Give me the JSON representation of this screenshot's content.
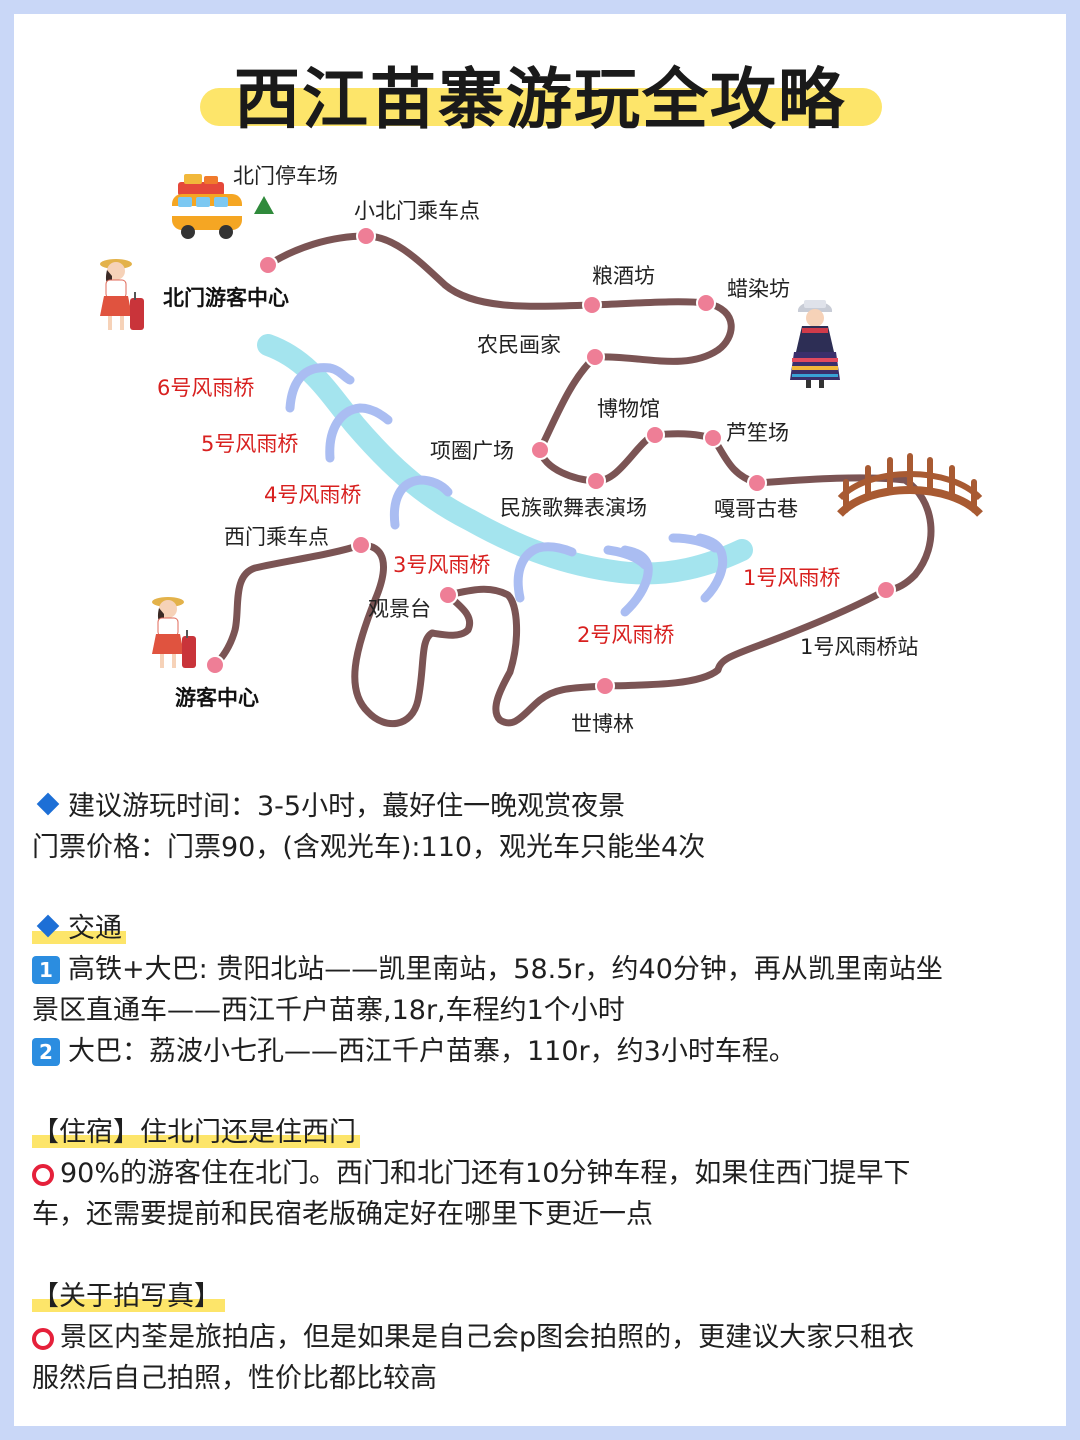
{
  "title": "西江苗寨游玩全攻略",
  "map": {
    "labels": {
      "north_parking": "北门停车场",
      "small_north_stop": "小北门乘车点",
      "north_visitor_center": "北门游客中心",
      "liangjiufang": "粮酒坊",
      "larranfang": "蜡染坊",
      "farmer_painter": "农民画家",
      "museum": "博物馆",
      "lusheng": "芦笙场",
      "xiangquan": "项圈广场",
      "song_dance": "民族歌舞表演场",
      "gage_lane": "嘎哥古巷",
      "west_stop": "西门乘车点",
      "viewing_deck": "观景台",
      "visitor_center": "游客中心",
      "shibolin": "世博林",
      "bridge1_station": "1号风雨桥站",
      "bridge1": "1号风雨桥",
      "bridge2": "2号风雨桥",
      "bridge3": "3号风雨桥",
      "bridge4": "4号风雨桥",
      "bridge5": "5号风雨桥",
      "bridge6": "6号风雨桥"
    },
    "colors": {
      "route": "#7b5454",
      "stop": "#ee7e96",
      "river": "#a4e4ee",
      "river_arrow": "#aabdf2",
      "bridge_label": "#d8201f"
    },
    "icons": [
      "bus-icon",
      "tree-icon",
      "tourist-girl-icon",
      "miao-girl-icon",
      "wooden-bridge-icon"
    ]
  },
  "info": {
    "time": "建议游玩时间：3-5小时，蕞好住一晚观赏夜景",
    "ticket": "门票价格：门票90，(含观光车):110，观光车只能坐4次",
    "transport_heading": "交通",
    "transport_1_num": "1",
    "transport_1_line1": "高铁+大巴: 贵阳北站——凯里南站，58.5r，约40分钟，再从凯里南站坐",
    "transport_1_line2": "景区直通车——西江千户苗寨,18r,车程约1个小时",
    "transport_2_num": "2",
    "transport_2": "大巴：荔波小七孔——西江千户苗寨，110r，约3小时车程。",
    "stay_heading": "【住宿】住北门还是住西门",
    "stay_line1": "90%的游客住在北门。西门和北门还有10分钟车程，如果住西门提早下",
    "stay_line2": "车，还需要提前和民宿老版确定好在哪里下更近一点",
    "photo_heading": "【关于拍写真】",
    "photo_line1": "景区内荃是旅拍店，但是如果是自己会p图会拍照的，更建议大家只租衣",
    "photo_line2": "服然后自己拍照，性价比都比较高"
  }
}
